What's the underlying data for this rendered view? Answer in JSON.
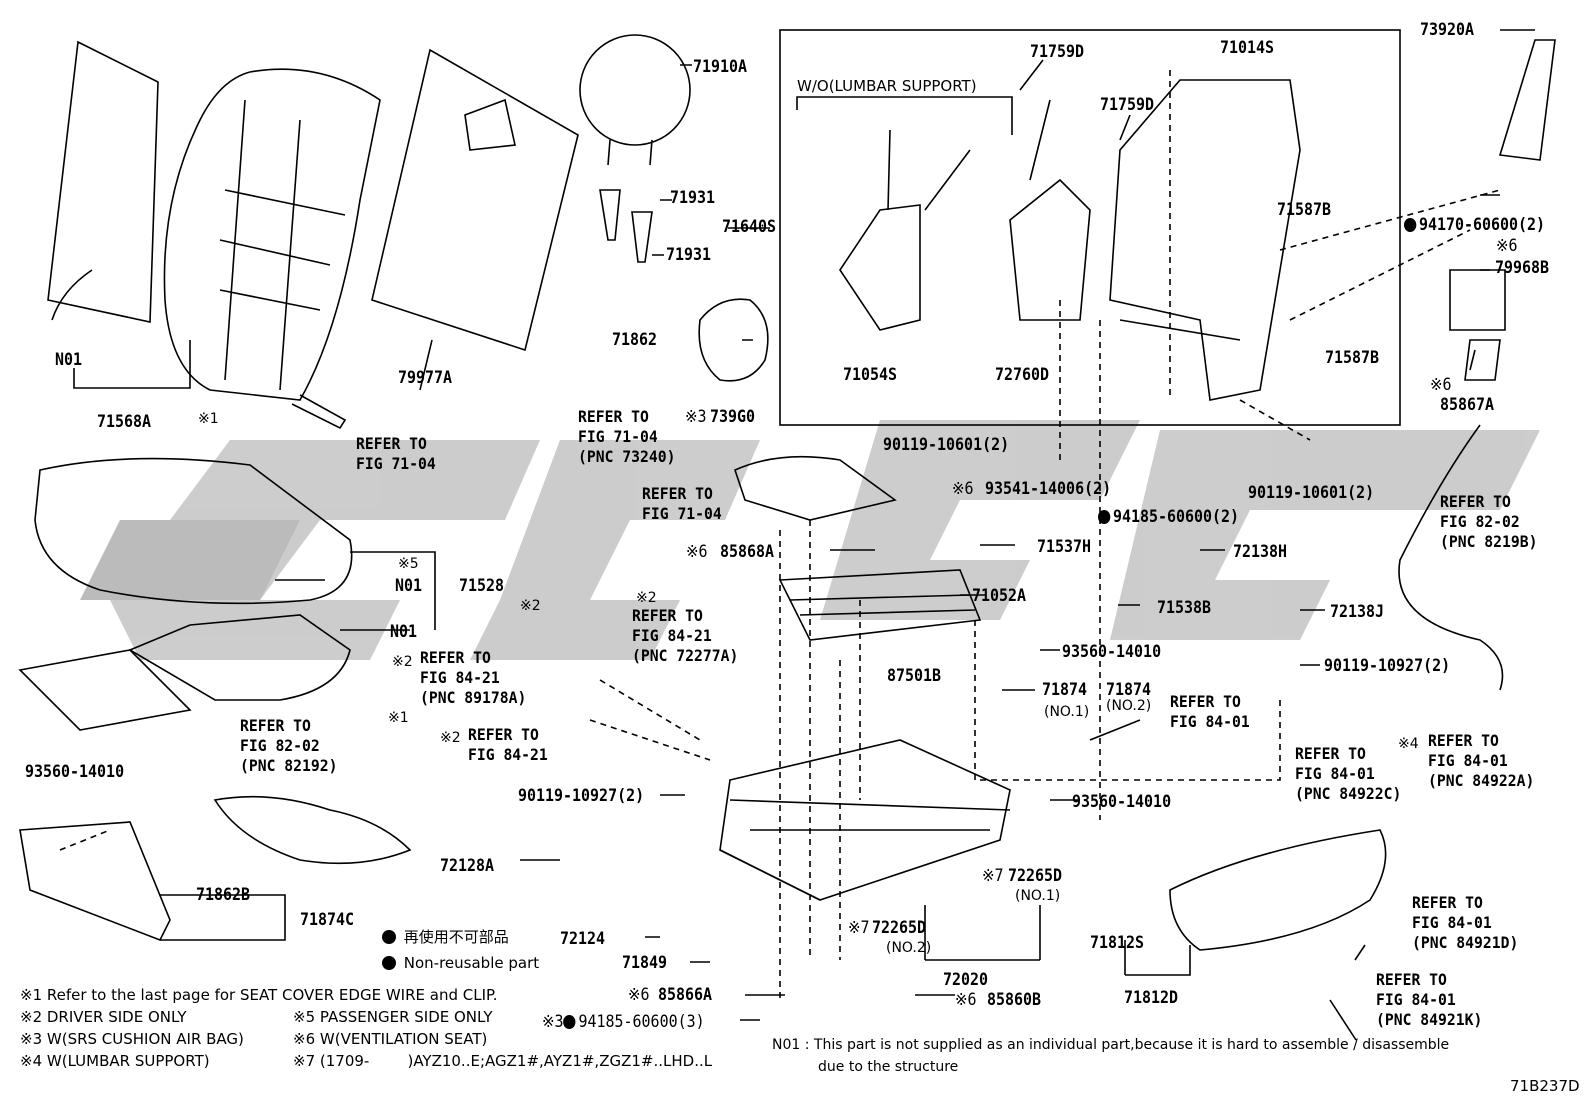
{
  "labels": {
    "p71910A": "71910A",
    "p71931a": "71931",
    "p71931b": "71931",
    "p71640S": "71640S",
    "p71862": "71862",
    "p71568A": "71568A",
    "n01_back": "N01",
    "p79977A": "79977A",
    "wo_lumbar": "W/O(LUMBAR SUPPORT)",
    "p71759D_a": "71759D",
    "p71759D_b": "71759D",
    "p71014S": "71014S",
    "p71054S": "71054S",
    "p72760D": "72760D",
    "p71587B_a": "71587B",
    "p71587B_b": "71587B",
    "p73920A": "73920A",
    "p94170": "94170-60600(2)",
    "mark6_a": "※6",
    "p79968B": "79968B",
    "mark6_b": "※6",
    "p85867A": "85867A",
    "mark1_a": "※1",
    "p739G0": "739G0",
    "mark3_a": "※3",
    "p90119_10601_a": "90119-10601(2)",
    "p93541": "93541-14006(2)",
    "mark6_c": "※6",
    "p94185_a": "94185-60600(2)",
    "p90119_10601_b": "90119-10601(2)",
    "mark5": "※5",
    "n01_cush1": "N01",
    "p71528": "71528",
    "n01_cush2": "N01",
    "p85868A": "85868A",
    "mark6_d": "※6",
    "p71537H": "71537H",
    "p72138H": "72138H",
    "p71052A": "71052A",
    "p71538B": "71538B",
    "p72138J": "72138J",
    "mark2_a": "※2",
    "mark2_b": "※2",
    "mark2_c": "※2",
    "mark2_d": "※2",
    "p87501B": "87501B",
    "p93560_a": "93560-14010",
    "p90119_10927_a": "90119-10927(2)",
    "p71874_1": "71874",
    "p71874_2": "71874",
    "no1": "(NO.1)",
    "no2": "(NO.2)",
    "mark1_b": "※1",
    "p93560_b": "93560-14010",
    "p93560_c": "93560-14010",
    "p90119_10927_b": "90119-10927(2)",
    "p72128A": "72128A",
    "p71862B": "71862B",
    "p71874C": "71874C",
    "p72124": "72124",
    "p71849": "71849",
    "p72265D_a": "72265D",
    "no1_b": "(NO.1)",
    "mark7_a": "※7",
    "p72265D_b": "72265D",
    "no2_b": "(NO.2)",
    "mark7_b": "※7",
    "p72020": "72020",
    "p71812S": "71812S",
    "p71812D": "71812D",
    "mark4": "※4",
    "p85866A": "85866A",
    "mark6_e": "※6",
    "p85860B": "85860B",
    "mark6_f": "※6",
    "p94185_b": "94185-60600(3)",
    "mark3_b": "※3",
    "code": "71B237D"
  },
  "refs": {
    "r_7104_a": "REFER TO\nFIG 71-04",
    "r_7104_b": "REFER TO\nFIG 71-04\n(PNC 73240)",
    "r_7104_c": "REFER TO\nFIG 71-04",
    "r_8202_a": "REFER TO\nFIG 82-02\n(PNC 8219B)",
    "r_8421_a": "REFER TO\nFIG 84-21\n(PNC 72277A)",
    "r_8421_b": "REFER TO\nFIG 84-21\n(PNC 89178A)",
    "r_8421_c": "REFER TO\nFIG 84-21",
    "r_8202_b": "REFER TO\nFIG 82-02\n(PNC 82192)",
    "r_8401_a": "REFER TO\nFIG 84-01",
    "r_8401_b": "REFER TO\nFIG 84-01\n(PNC 84922C)",
    "r_8401_c": "REFER TO\nFIG 84-01\n(PNC 84922A)",
    "r_8401_d": "REFER TO\nFIG 84-01\n(PNC 84921D)",
    "r_8401_e": "REFER TO\nFIG 84-01\n(PNC 84921K)"
  },
  "legend": {
    "jp": "再使用不可部品",
    "en": "Non-reusable part"
  },
  "notes": {
    "n1": "※1 Refer to the last page for SEAT COVER EDGE WIRE and CLIP.",
    "n2": "※2 DRIVER SIDE ONLY",
    "n3": "※3 W(SRS CUSHION AIR BAG)",
    "n4": "※4 W(LUMBAR SUPPORT)",
    "n5": "※5 PASSENGER SIDE ONLY",
    "n6": "※6 W(VENTILATION SEAT)",
    "n7": "※7 (1709-        )AYZ10..E;AGZ1#,AYZ1#,ZGZ1#..LHD..L",
    "n01_a": "N01 : This part is not supplied as an individual part,because it is hard to assemble / disassemble",
    "n01_b": "due to the structure"
  },
  "watermark_color": "#bdbdbd"
}
